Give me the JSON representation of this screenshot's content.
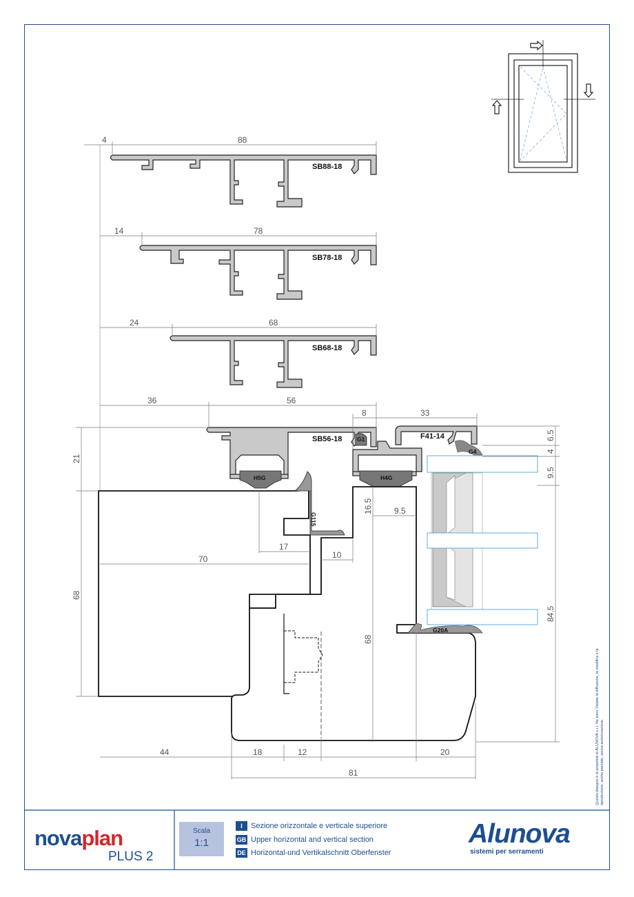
{
  "profiles": {
    "sb88": "SB88-18",
    "sb78": "SB78-18",
    "sb68": "SB68-18",
    "sb56": "SB56-18",
    "f41": "F41-14"
  },
  "gaskets": {
    "g1": "G1",
    "g4": "G4",
    "h5g": "H5G",
    "h4g": "H4G",
    "g115": "G115",
    "g20a": "G20A"
  },
  "dims": {
    "d4": "4",
    "d88": "88",
    "d14": "14",
    "d78": "78",
    "d24": "24",
    "d68a": "68",
    "d36": "36",
    "d56": "56",
    "d8": "8",
    "d33": "33",
    "d21": "21",
    "d68_left": "68",
    "d6_5": "6.5",
    "d4_r": "4",
    "d9_5_r": "9.5",
    "d84_5": "84.5",
    "d16_5": "16.5",
    "d9_5": "9.5",
    "d17": "17",
    "d10": "10",
    "d70": "70",
    "d68_mid": "68",
    "d44": "44",
    "d18": "18",
    "d12": "12",
    "d20": "20",
    "d81": "81"
  },
  "footer": {
    "brand_a": "nova",
    "brand_b": "plan",
    "brand_plus": "PLUS 2",
    "scale_label": "Scala",
    "scale_value": "1:1",
    "lang_it_code": "I",
    "lang_it": "Sezione orizzontale e verticale superiore",
    "lang_gb_code": "GB",
    "lang_gb": "Upper horizontal and vertical section",
    "lang_de_code": "DE",
    "lang_de": "Horizontal-und Vertikalschnitt Oberfenster",
    "company": "Alunova",
    "company_tag": "sistemi per serramenti",
    "copyright": "Questo disegno è di proprietà di ALUNOVA s.r.l. Ne sono Vietate la diffusione, la modifica e la riproduzione, anche parziale, senza autorizzazione."
  },
  "colors": {
    "brand_blue": "#1d4f8f",
    "brand_red": "#d7262a",
    "profile_fill": "#c9c9c9",
    "glass_line": "#4aa3df"
  }
}
